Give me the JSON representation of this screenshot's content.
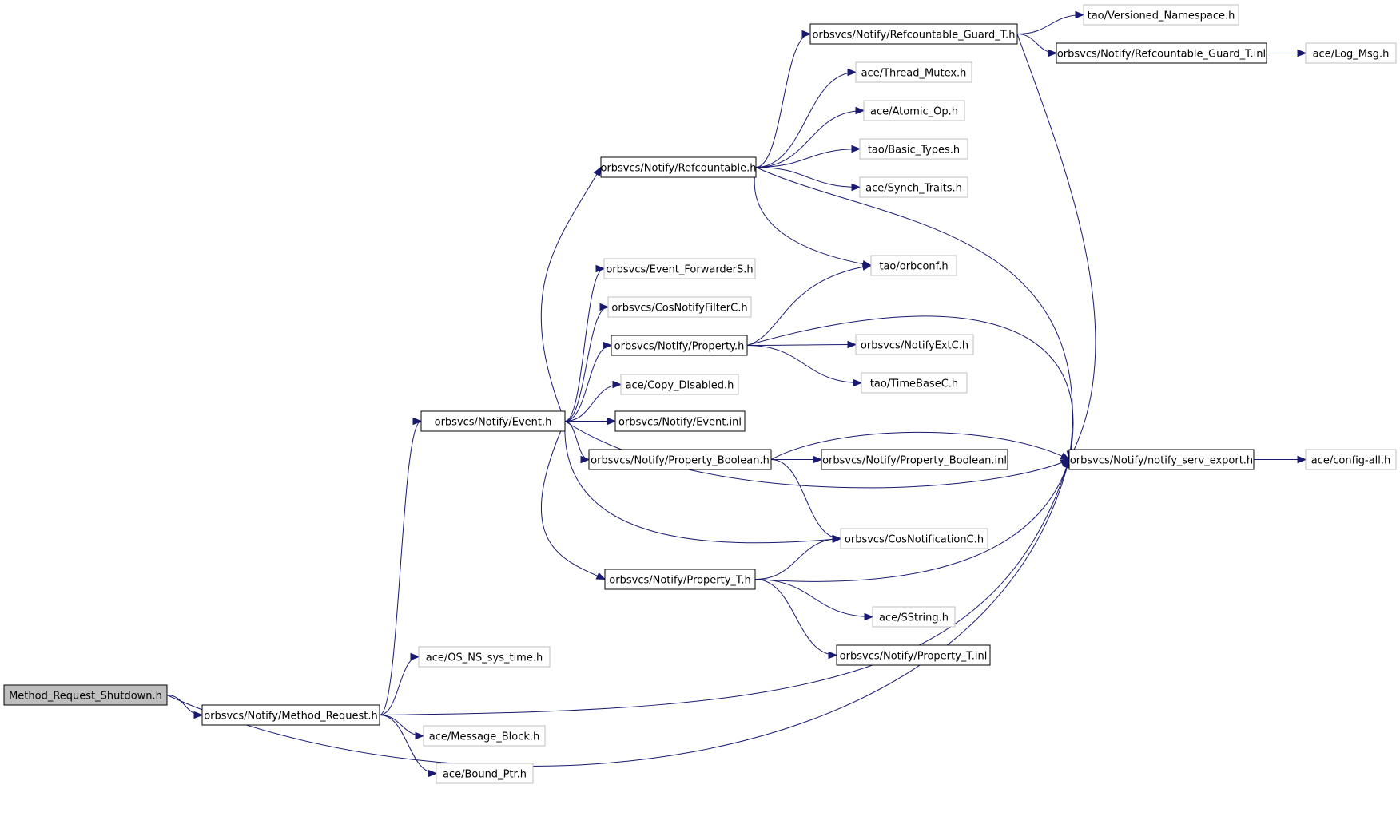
{
  "graph": {
    "nodes": [
      {
        "id": "method_request_shutdown",
        "label": "Method_Request_Shutdown.h",
        "style": "root"
      },
      {
        "id": "method_request",
        "label": "orbsvcs/Notify/Method_Request.h",
        "style": "documented"
      },
      {
        "id": "event_h",
        "label": "orbsvcs/Notify/Event.h",
        "style": "documented"
      },
      {
        "id": "refcountable_h",
        "label": "orbsvcs/Notify/Refcountable.h",
        "style": "documented"
      },
      {
        "id": "refcountable_guard_t_h",
        "label": "orbsvcs/Notify/Refcountable_Guard_T.h",
        "style": "documented"
      },
      {
        "id": "versioned_namespace",
        "label": "tao/Versioned_Namespace.h",
        "style": "external"
      },
      {
        "id": "refcountable_guard_t_inl",
        "label": "orbsvcs/Notify/Refcountable_Guard_T.inl",
        "style": "documented"
      },
      {
        "id": "log_msg",
        "label": "ace/Log_Msg.h",
        "style": "external"
      },
      {
        "id": "thread_mutex",
        "label": "ace/Thread_Mutex.h",
        "style": "external"
      },
      {
        "id": "atomic_op",
        "label": "ace/Atomic_Op.h",
        "style": "external"
      },
      {
        "id": "basic_types",
        "label": "tao/Basic_Types.h",
        "style": "external"
      },
      {
        "id": "synch_traits",
        "label": "ace/Synch_Traits.h",
        "style": "external"
      },
      {
        "id": "orbconf",
        "label": "tao/orbconf.h",
        "style": "external"
      },
      {
        "id": "event_forwarders",
        "label": "orbsvcs/Event_ForwarderS.h",
        "style": "external"
      },
      {
        "id": "cosnotifyfilterc",
        "label": "orbsvcs/CosNotifyFilterC.h",
        "style": "external"
      },
      {
        "id": "property_h",
        "label": "orbsvcs/Notify/Property.h",
        "style": "documented"
      },
      {
        "id": "notifyextc",
        "label": "orbsvcs/NotifyExtC.h",
        "style": "external"
      },
      {
        "id": "timebasec",
        "label": "tao/TimeBaseC.h",
        "style": "external"
      },
      {
        "id": "copy_disabled",
        "label": "ace/Copy_Disabled.h",
        "style": "external"
      },
      {
        "id": "event_inl",
        "label": "orbsvcs/Notify/Event.inl",
        "style": "documented"
      },
      {
        "id": "property_boolean_h",
        "label": "orbsvcs/Notify/Property_Boolean.h",
        "style": "documented"
      },
      {
        "id": "property_boolean_inl",
        "label": "orbsvcs/Notify/Property_Boolean.inl",
        "style": "documented"
      },
      {
        "id": "notify_serv_export",
        "label": "orbsvcs/Notify/notify_serv_export.h",
        "style": "documented"
      },
      {
        "id": "config_all",
        "label": "ace/config-all.h",
        "style": "external"
      },
      {
        "id": "cosnotificationc",
        "label": "orbsvcs/CosNotificationC.h",
        "style": "external"
      },
      {
        "id": "property_t_h",
        "label": "orbsvcs/Notify/Property_T.h",
        "style": "documented"
      },
      {
        "id": "sstring",
        "label": "ace/SString.h",
        "style": "external"
      },
      {
        "id": "property_t_inl",
        "label": "orbsvcs/Notify/Property_T.inl",
        "style": "documented"
      },
      {
        "id": "os_ns_sys_time",
        "label": "ace/OS_NS_sys_time.h",
        "style": "external"
      },
      {
        "id": "message_block",
        "label": "ace/Message_Block.h",
        "style": "external"
      },
      {
        "id": "bound_ptr",
        "label": "ace/Bound_Ptr.h",
        "style": "external"
      }
    ],
    "edges": [
      [
        "method_request_shutdown",
        "method_request"
      ],
      [
        "method_request_shutdown",
        "notify_serv_export"
      ],
      [
        "method_request",
        "event_h"
      ],
      [
        "method_request",
        "os_ns_sys_time"
      ],
      [
        "method_request",
        "notify_serv_export"
      ],
      [
        "method_request",
        "message_block"
      ],
      [
        "method_request",
        "bound_ptr"
      ],
      [
        "event_h",
        "refcountable_h"
      ],
      [
        "event_h",
        "event_forwarders"
      ],
      [
        "event_h",
        "cosnotifyfilterc"
      ],
      [
        "event_h",
        "property_h"
      ],
      [
        "event_h",
        "copy_disabled"
      ],
      [
        "event_h",
        "event_inl"
      ],
      [
        "event_h",
        "property_boolean_h"
      ],
      [
        "event_h",
        "notify_serv_export"
      ],
      [
        "event_h",
        "cosnotificationc"
      ],
      [
        "event_h",
        "property_t_h"
      ],
      [
        "refcountable_h",
        "refcountable_guard_t_h"
      ],
      [
        "refcountable_h",
        "thread_mutex"
      ],
      [
        "refcountable_h",
        "atomic_op"
      ],
      [
        "refcountable_h",
        "basic_types"
      ],
      [
        "refcountable_h",
        "synch_traits"
      ],
      [
        "refcountable_h",
        "orbconf"
      ],
      [
        "refcountable_h",
        "notify_serv_export"
      ],
      [
        "refcountable_guard_t_h",
        "versioned_namespace"
      ],
      [
        "refcountable_guard_t_h",
        "refcountable_guard_t_inl"
      ],
      [
        "refcountable_guard_t_h",
        "notify_serv_export"
      ],
      [
        "refcountable_guard_t_inl",
        "log_msg"
      ],
      [
        "property_h",
        "orbconf"
      ],
      [
        "property_h",
        "notify_serv_export"
      ],
      [
        "property_h",
        "notifyextc"
      ],
      [
        "property_h",
        "timebasec"
      ],
      [
        "property_boolean_h",
        "property_boolean_inl"
      ],
      [
        "property_boolean_h",
        "notify_serv_export"
      ],
      [
        "property_boolean_h",
        "cosnotificationc"
      ],
      [
        "notify_serv_export",
        "config_all"
      ],
      [
        "property_t_h",
        "cosnotificationc"
      ],
      [
        "property_t_h",
        "notify_serv_export"
      ],
      [
        "property_t_h",
        "sstring"
      ],
      [
        "property_t_h",
        "property_t_inl"
      ]
    ]
  },
  "colors": {
    "edge": "#191970",
    "root_fill": "#bfbfbf",
    "documented_stroke": "#000000",
    "external_stroke": "#bfbfbf"
  }
}
